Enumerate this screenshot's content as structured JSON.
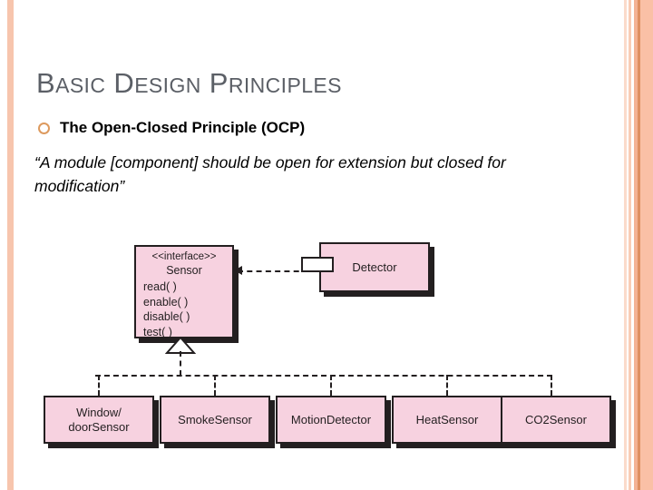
{
  "slide": {
    "title_parts": [
      {
        "big": "B",
        "rest": "ASIC"
      },
      {
        "big": "D",
        "rest": "ESIGN"
      },
      {
        "big": "P",
        "rest": "RINCIPLES"
      }
    ],
    "title_text": "Basic Design Principles",
    "bullet": {
      "marker": "ring-bullet-icon",
      "label": "The Open-Closed Principle (OCP)"
    },
    "quote": "“A module [component] should be open for extension but closed for modification”"
  },
  "colors": {
    "title": "#5b5f66",
    "bullet_ring": "#dd9a5e",
    "box_fill": "#f7d2e0",
    "box_stroke": "#231f20",
    "edge_peach": "#f7c5ad",
    "edge_accent": "#de8f61"
  },
  "diagram": {
    "type": "uml-class-diagram",
    "interface": {
      "stereotype": "<<interface>>",
      "name": "Sensor",
      "operations": [
        "read( )",
        "enable( )",
        "disable( )",
        "test( )"
      ]
    },
    "client": {
      "name": "Detector",
      "port": "required-interface-port"
    },
    "relations": [
      {
        "kind": "realization",
        "from": "Detector",
        "to": "Sensor",
        "style": "dashed-open-arrow"
      },
      {
        "kind": "generalization",
        "from": "subclasses",
        "to": "Sensor",
        "style": "hollow-triangle"
      }
    ],
    "subclasses": [
      "Window/\ndoorSensor",
      "SmokeSensor",
      "MotionDetector",
      "HeatSensor",
      "CO2Sensor"
    ]
  }
}
